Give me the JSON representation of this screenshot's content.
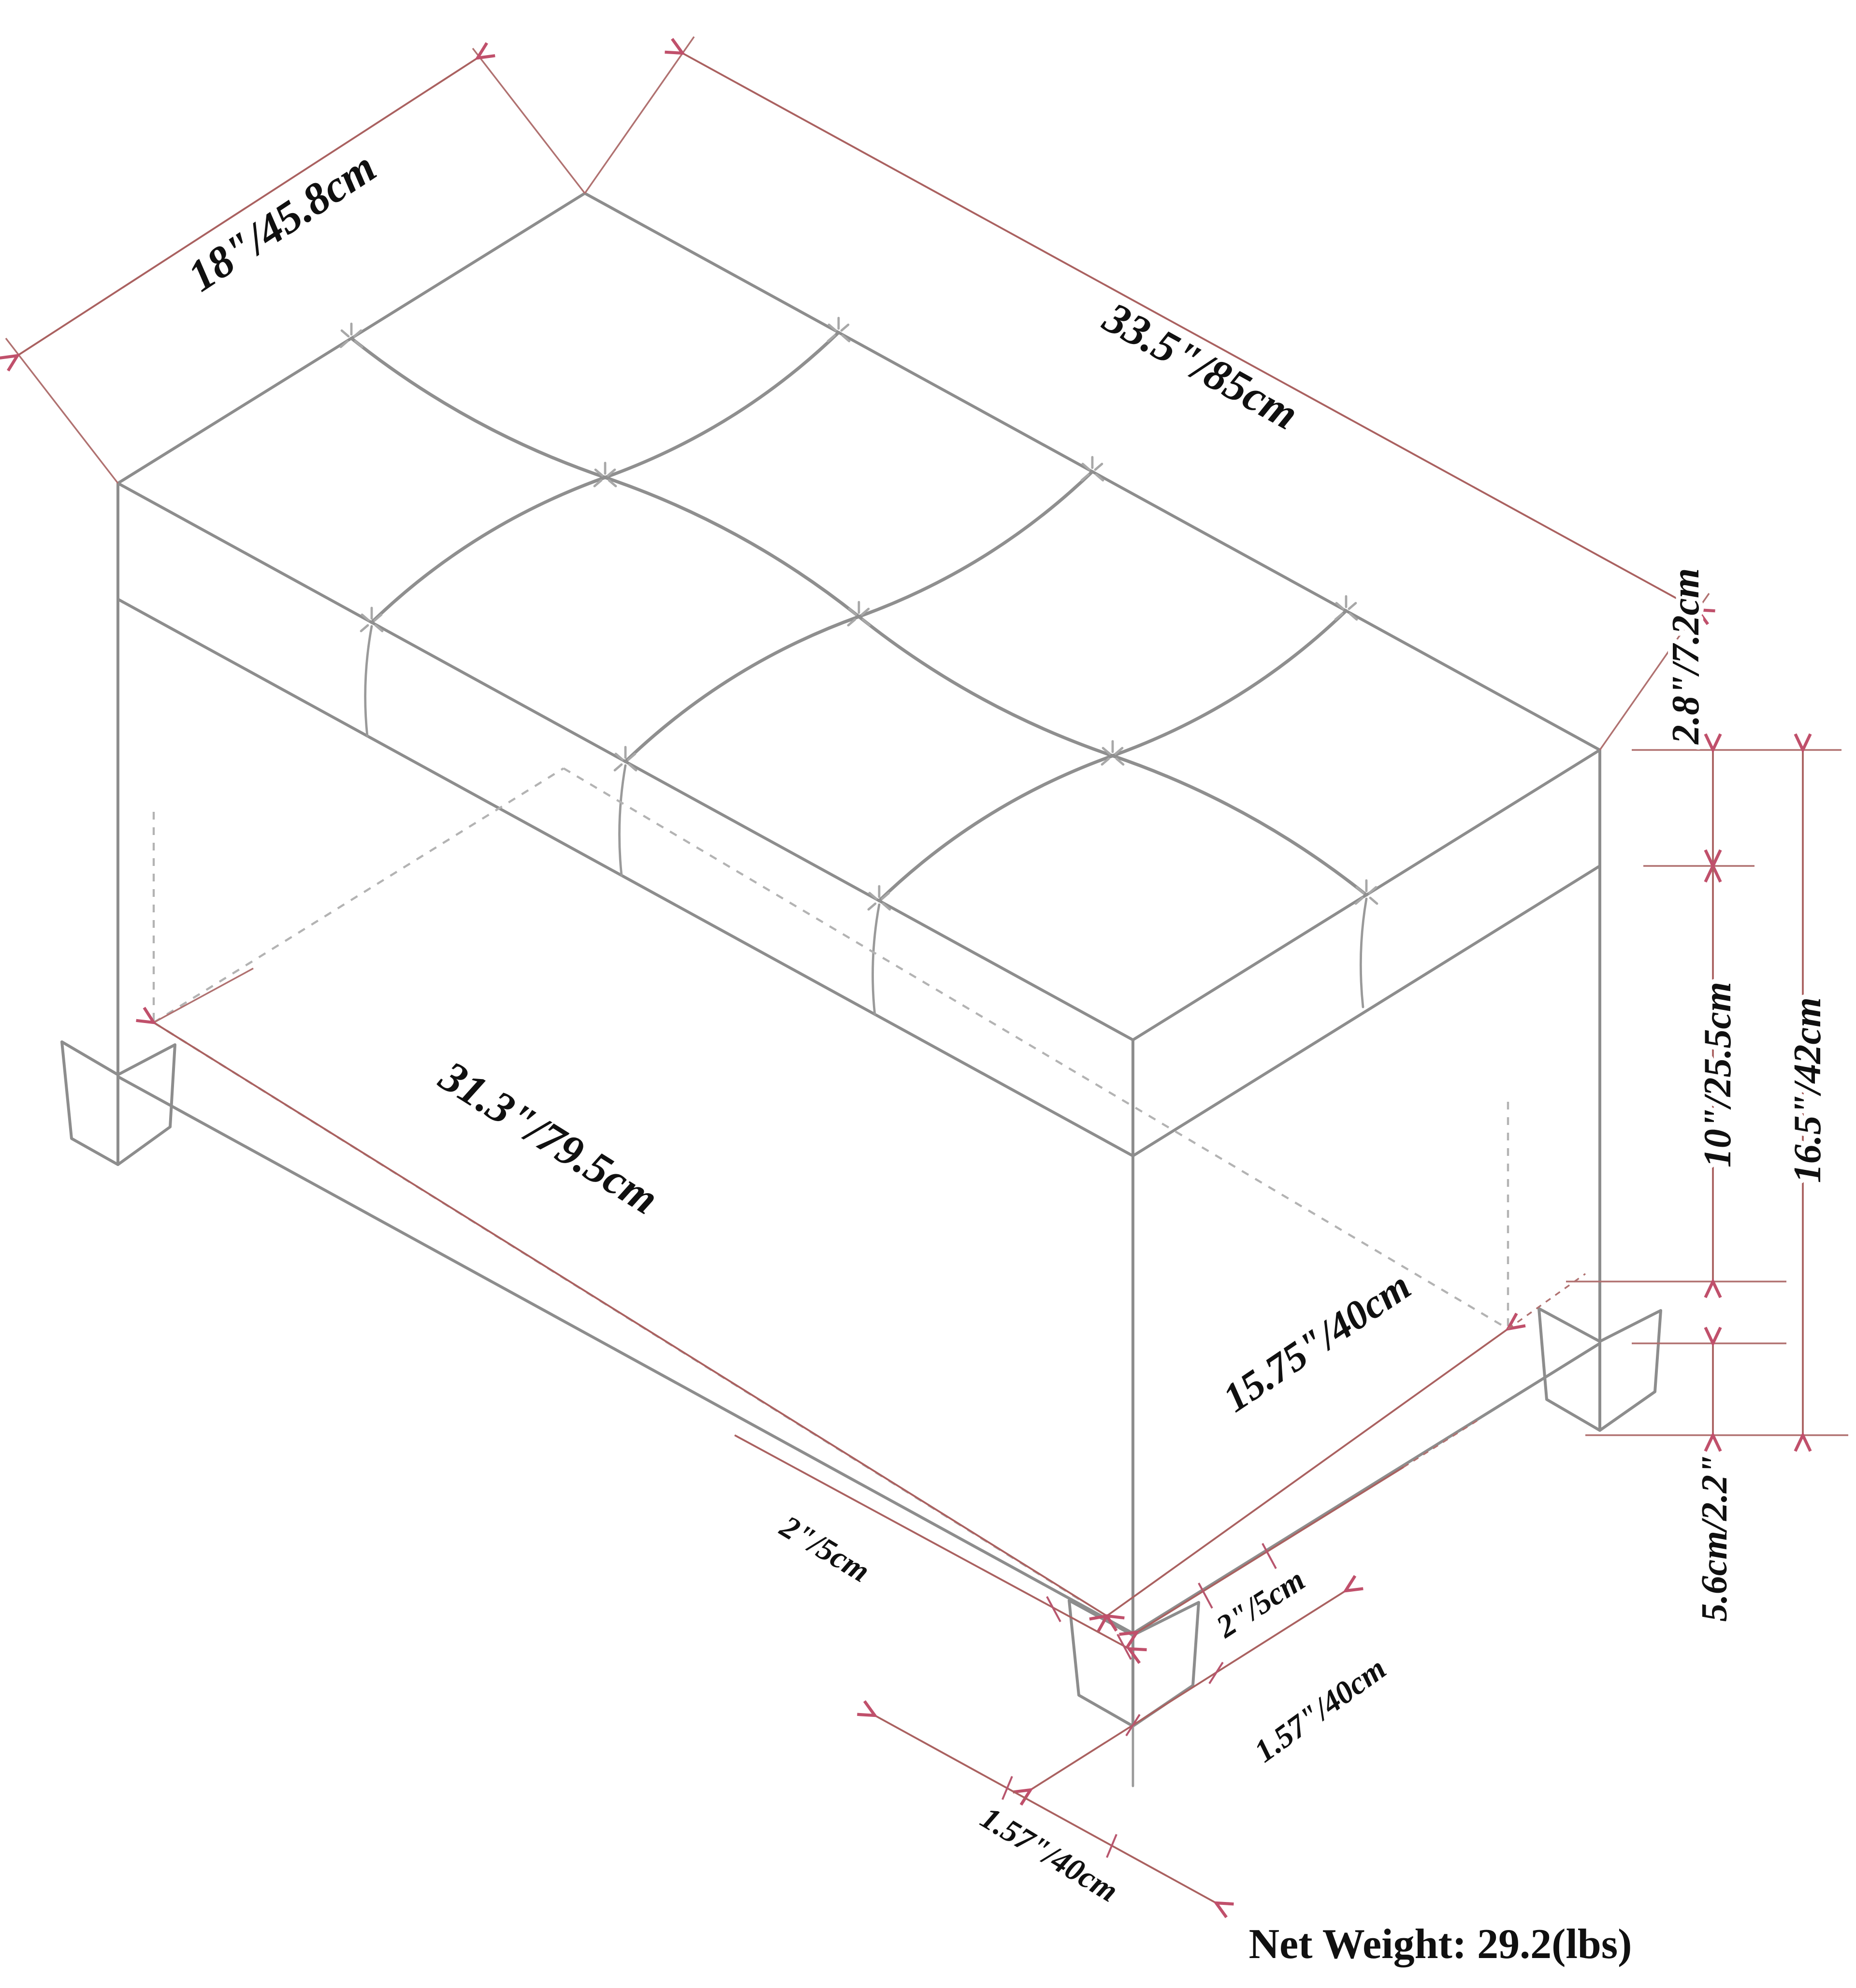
{
  "figure": {
    "background_color": "#ffffff",
    "drawing_line_color": "#8d8d8d",
    "dimension_line_color": "#aa6160",
    "arrow_color": "#c0506b",
    "label_color": "#101010",
    "dimensions": {
      "top_depth": "18\"/45.8cm",
      "top_length": "33.5\"/85cm",
      "lid_thickness": "2.8\"/7.2cm",
      "opening_height": "10\"/25.5cm",
      "overall_height": "16.5\"/42cm",
      "interior_length": "31.3\"/79.5cm",
      "interior_depth": "15.75\"/40cm",
      "leg_top_width_left": "2\"/5cm",
      "leg_top_width_right": "2\"/5cm",
      "leg_height": "5.6cm/2.2\"",
      "leg_bottom_width_upper": "1.57\"/40cm",
      "leg_bottom_width_lower": "1.57\"/40cm"
    },
    "net_weight": "Net Weight: 29.2(lbs)"
  }
}
